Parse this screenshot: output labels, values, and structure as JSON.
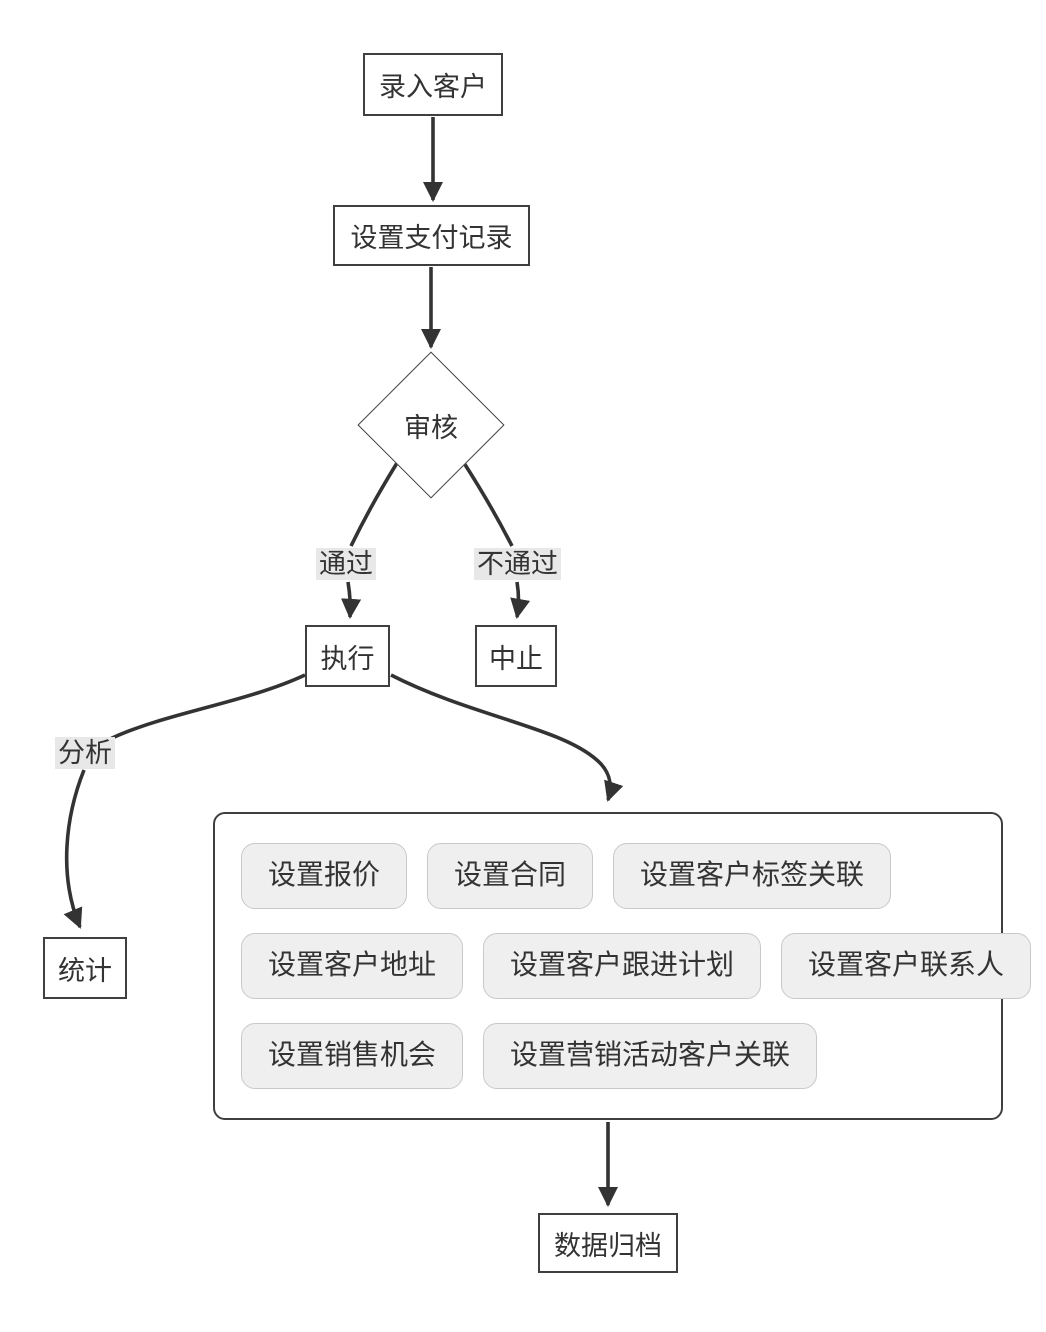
{
  "diagram": {
    "type": "flowchart",
    "background": "#ffffff",
    "colors": {
      "node_border": "#3f3f3f",
      "node_fill": "#ffffff",
      "edge_stroke": "#333333",
      "edge_label_bg": "#e8e8e8",
      "task_button_fill": "#efefef",
      "task_button_border": "#c9c9c9",
      "text": "#333333"
    },
    "nodes": {
      "enter_customer": {
        "label": "录入客户",
        "shape": "rect"
      },
      "set_payment_record": {
        "label": "设置支付记录",
        "shape": "rect"
      },
      "review": {
        "label": "审核",
        "shape": "diamond"
      },
      "execute": {
        "label": "执行",
        "shape": "rect"
      },
      "abort": {
        "label": "中止",
        "shape": "rect"
      },
      "statistics": {
        "label": "统计",
        "shape": "rect"
      },
      "data_archive": {
        "label": "数据归档",
        "shape": "rect"
      }
    },
    "edge_labels": {
      "pass": {
        "label": "通过"
      },
      "fail": {
        "label": "不通过"
      },
      "analyze": {
        "label": "分析"
      }
    },
    "task_group": {
      "buttons": [
        {
          "label": "设置报价"
        },
        {
          "label": "设置合同"
        },
        {
          "label": "设置客户标签关联"
        },
        {
          "label": "设置客户地址"
        },
        {
          "label": "设置客户跟进计划"
        },
        {
          "label": "设置客户联系人"
        },
        {
          "label": "设置销售机会"
        },
        {
          "label": "设置营销活动客户关联"
        }
      ]
    },
    "edges": [
      {
        "from": "enter_customer",
        "to": "set_payment_record"
      },
      {
        "from": "set_payment_record",
        "to": "review"
      },
      {
        "from": "review",
        "to": "execute",
        "label": "通过"
      },
      {
        "from": "review",
        "to": "abort",
        "label": "不通过"
      },
      {
        "from": "execute",
        "to": "statistics",
        "label": "分析"
      },
      {
        "from": "execute",
        "to": "task_group"
      },
      {
        "from": "task_group",
        "to": "data_archive"
      }
    ]
  }
}
